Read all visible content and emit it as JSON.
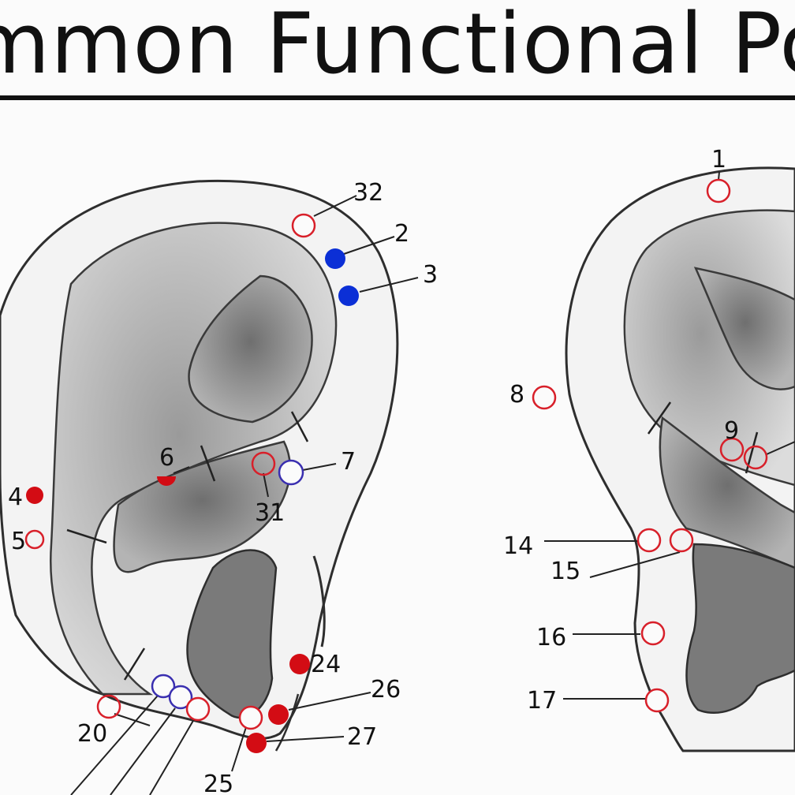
{
  "title": "mmon Functional Poin",
  "colors": {
    "open_point": "#d8202a",
    "filled_red": "#d30c14",
    "filled_blue": "#0b2fd6",
    "open_blue": "#3a2fb0",
    "outline": "#2e2e2e",
    "shade_dark": "#8a8a8a",
    "shade_mid": "#c6c6c6",
    "skin": "#f4f4f4"
  },
  "labels": {
    "p1": "1",
    "p2": "2",
    "p3": "3",
    "p4": "4",
    "p5": "5",
    "p6": "6",
    "p7": "7",
    "p8": "8",
    "p9": "9",
    "p14": "14",
    "p15": "15",
    "p16": "16",
    "p17": "17",
    "p20": "20",
    "p24": "24",
    "p25": "25",
    "p26": "26",
    "p27": "27",
    "p31": "31",
    "p32": "32"
  }
}
